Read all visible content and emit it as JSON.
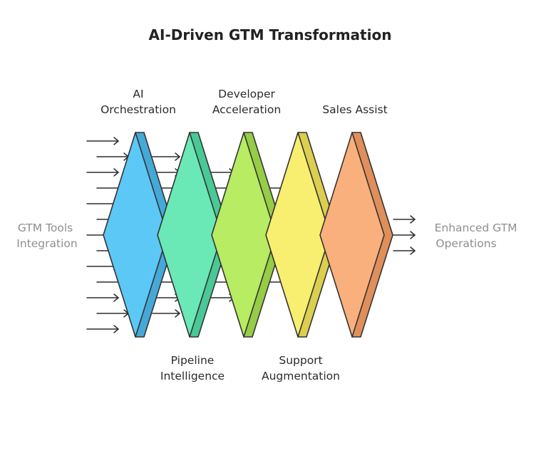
{
  "title": "AI-Driven GTM Transformation",
  "input_label": [
    "GTM Tools",
    "Integration"
  ],
  "output_label": [
    "Enhanced GTM",
    "Operations"
  ],
  "stages": [
    {
      "label": [
        "AI",
        "Orchestration"
      ],
      "label_position": "top",
      "color": "#5cc8f5",
      "dark": "#45a9d8"
    },
    {
      "label": [
        "Pipeline",
        "Intelligence"
      ],
      "label_position": "bottom",
      "color": "#6ae8b6",
      "dark": "#49c996"
    },
    {
      "label": [
        "Developer",
        "Acceleration"
      ],
      "label_position": "top",
      "color": "#b7ec63",
      "dark": "#97cc47"
    },
    {
      "label": [
        "Support",
        "Augmentation"
      ],
      "label_position": "bottom",
      "color": "#f8ee70",
      "dark": "#dccf4f"
    },
    {
      "label": [
        "Sales Assist"
      ],
      "label_position": "top",
      "color": "#f9b07c",
      "dark": "#e08f5b"
    }
  ]
}
